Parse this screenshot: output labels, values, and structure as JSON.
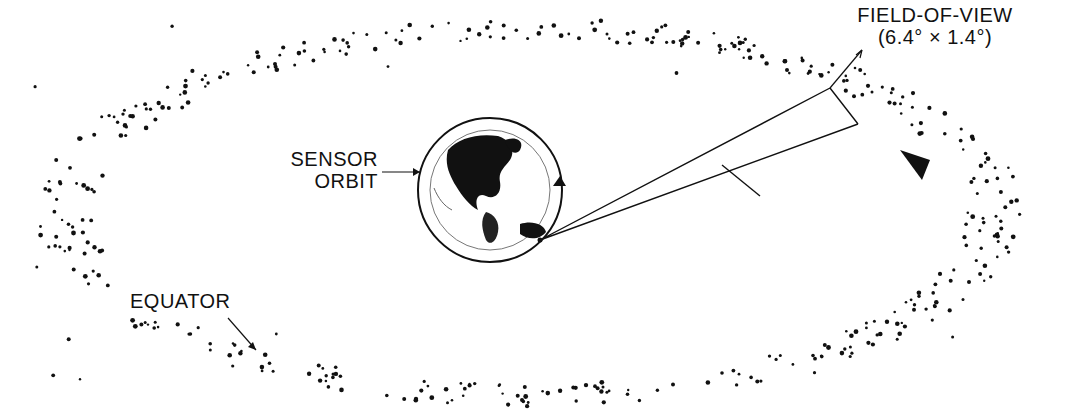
{
  "diagram": {
    "labels": [
      "FIELD-OF-VIEW (6.4° × 1.4°)",
      "SENSOR ORBIT",
      "EQUATOR"
    ]
  }
}
